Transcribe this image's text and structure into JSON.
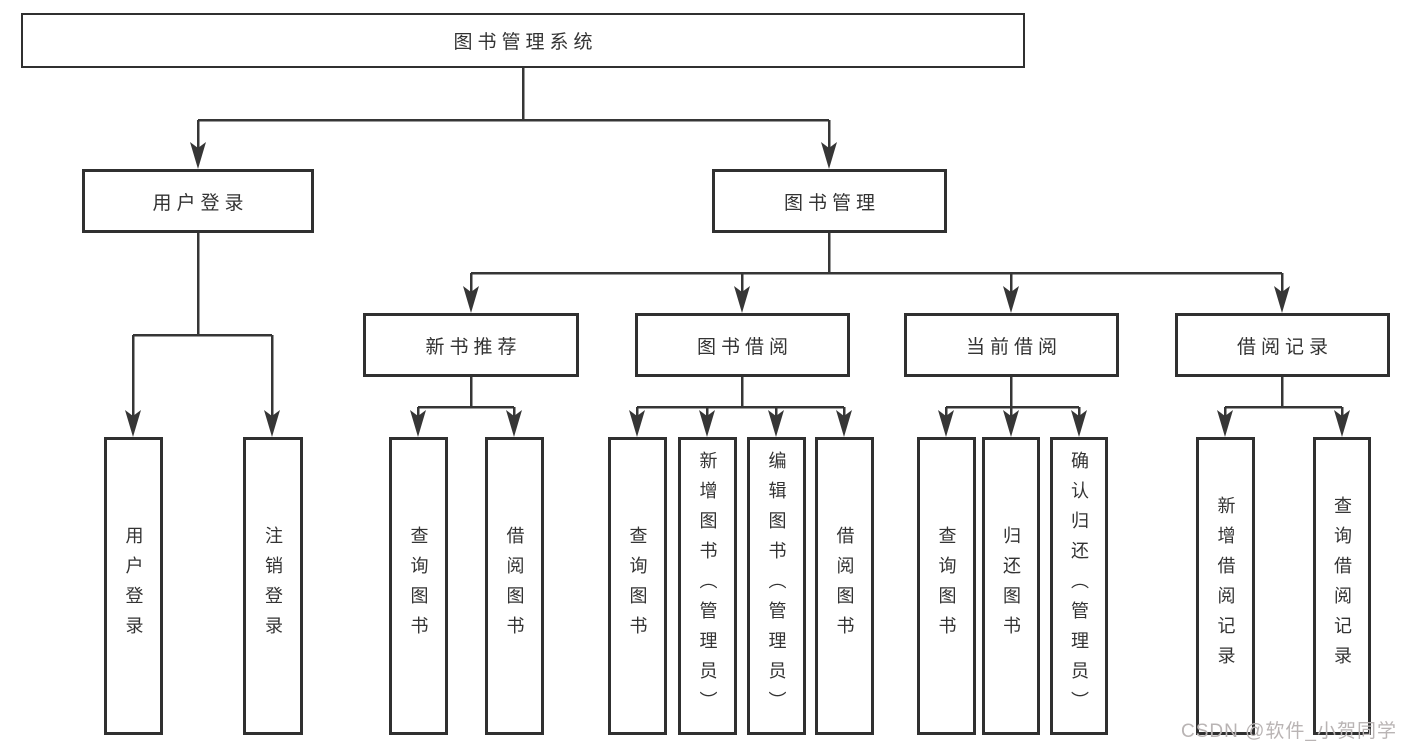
{
  "diagram": {
    "type": "hierarchy-tree",
    "colors": {
      "line": "#363636",
      "box_border": "#303030",
      "box_fill": "#ffffff",
      "text": "#333333",
      "background": "#ffffff",
      "watermark_text": "#b9b4b4"
    },
    "tree": {
      "root": {
        "label": "图书管理系统",
        "children": [
          {
            "label": "用户登录",
            "children": [
              {
                "label": "用户登录"
              },
              {
                "label": "注销登录"
              }
            ]
          },
          {
            "label": "图书管理",
            "children": [
              {
                "label": "新书推荐",
                "children": [
                  {
                    "label": "查询图书"
                  },
                  {
                    "label": "借阅图书"
                  }
                ]
              },
              {
                "label": "图书借阅",
                "children": [
                  {
                    "label": "查询图书"
                  },
                  {
                    "label": "新增图书（管理员）"
                  },
                  {
                    "label": "编辑图书（管理员）"
                  },
                  {
                    "label": "借阅图书"
                  }
                ]
              },
              {
                "label": "当前借阅",
                "children": [
                  {
                    "label": "查询图书"
                  },
                  {
                    "label": "归还图书"
                  },
                  {
                    "label": "确认归还（管理员）"
                  }
                ]
              },
              {
                "label": "借阅记录",
                "children": [
                  {
                    "label": "新增借阅记录"
                  },
                  {
                    "label": "查询借阅记录"
                  }
                ]
              }
            ]
          }
        ]
      }
    },
    "watermark": {
      "text": "CSDN @软件_小贺同学"
    }
  }
}
